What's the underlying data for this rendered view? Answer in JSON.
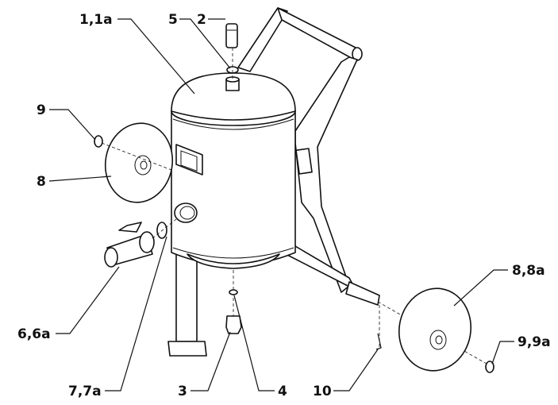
{
  "diagram": {
    "callouts": {
      "tank": "1,1a",
      "seal_top": "5",
      "nozzle_top": "2",
      "wheel_nut_left": "9",
      "wheel_left": "8",
      "ball_valve": "6,6a",
      "valve_seal": "7,7a",
      "bottom_fitting": "3",
      "bottom_seal": "4",
      "cotter_pin": "10",
      "wheel_right": "8,8a",
      "wheel_nut_right": "9,9a"
    }
  }
}
